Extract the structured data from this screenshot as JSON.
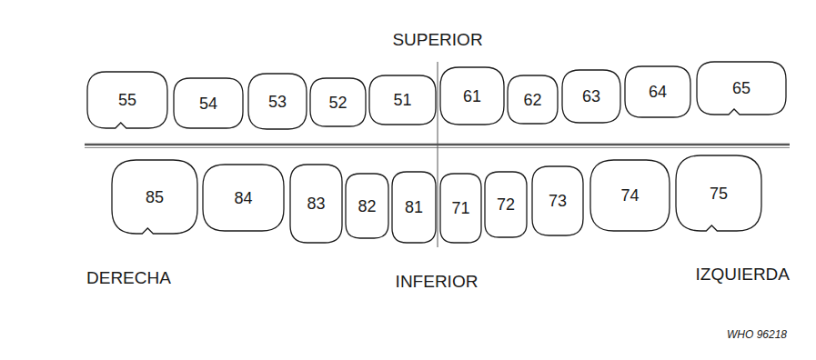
{
  "diagram": {
    "nodes": [
      {
        "text": [
          "55"
        ]
      },
      {
        "text": [
          "54"
        ]
      },
      {
        "text": [
          "53"
        ]
      },
      {
        "text": [
          "52"
        ]
      },
      {
        "text": [
          "51"
        ]
      },
      {
        "text": [
          "61"
        ]
      },
      {
        "text": [
          "62"
        ]
      },
      {
        "text": [
          "63"
        ]
      },
      {
        "text": [
          "64"
        ]
      },
      {
        "text": [
          "65"
        ]
      },
      {
        "text": [
          "85"
        ]
      },
      {
        "text": [
          "84"
        ]
      },
      {
        "text": [
          "83"
        ]
      },
      {
        "text": [
          "82"
        ]
      },
      {
        "text": [
          "81"
        ]
      },
      {
        "text": [
          "71"
        ]
      },
      {
        "text": [
          "72"
        ]
      },
      {
        "text": [
          "73"
        ]
      },
      {
        "text": [
          "74"
        ]
      },
      {
        "text": [
          "75"
        ]
      }
    ],
    "labels": [
      "SUPERIOR",
      "DERECHA",
      "INFERIOR",
      "IZQUIERDA",
      "WHO 96218"
    ]
  }
}
